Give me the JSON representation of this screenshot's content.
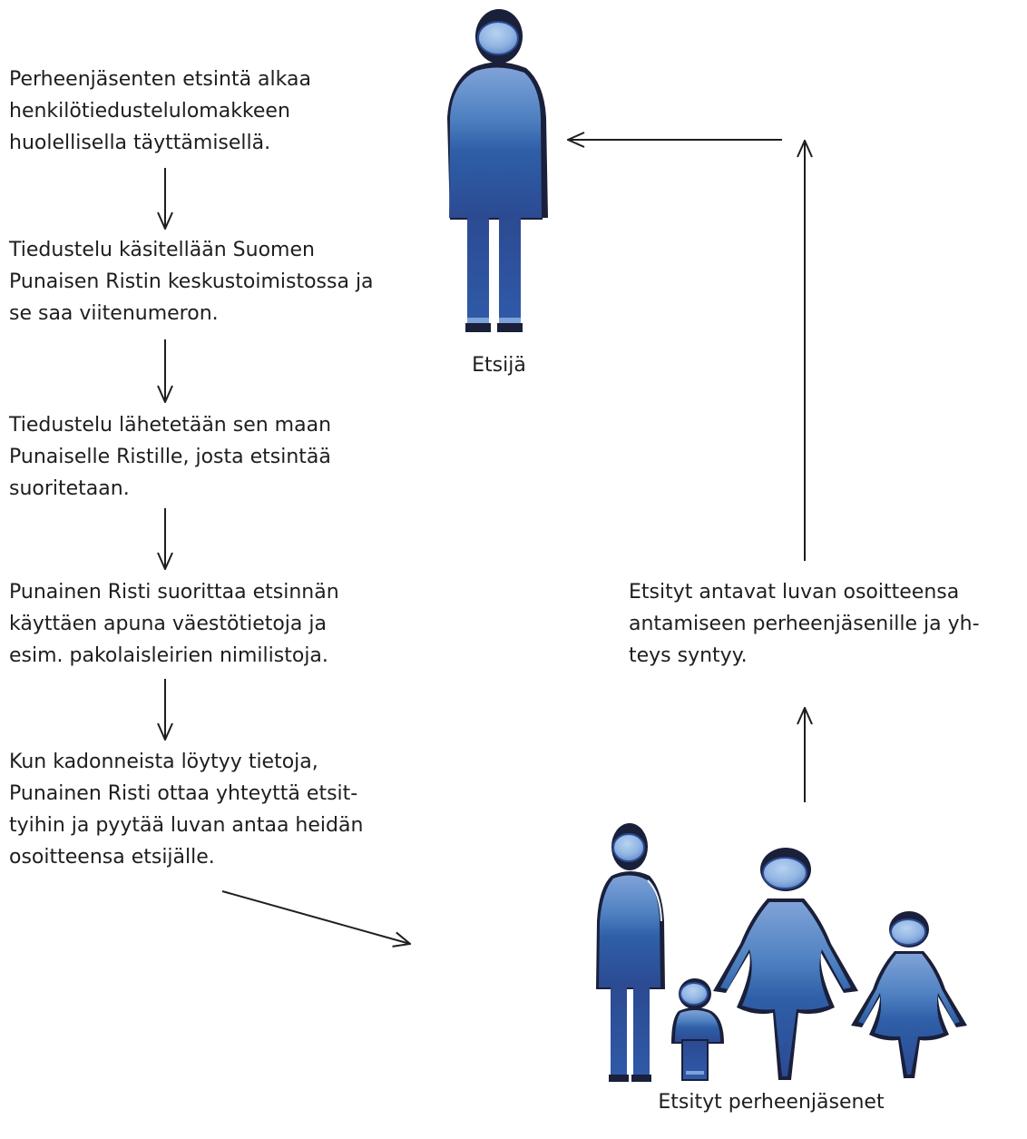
{
  "steps": [
    {
      "lines": [
        "Perheenjäsenten etsintä alkaa",
        "henkilötiedustelulomakkeen",
        "huolellisella täyttämisellä."
      ]
    },
    {
      "lines": [
        "Tiedustelu käsitellään Suomen",
        "Punaisen Ristin keskustoimistossa ja",
        "se saa viitenumeron."
      ]
    },
    {
      "lines": [
        "Tiedustelu lähetetään sen maan",
        "Punaiselle Ristille, josta etsintää",
        "suoritetaan."
      ]
    },
    {
      "lines": [
        "Punainen Risti suorittaa etsinnän",
        "käyttäen apuna väestötietoja ja",
        "esim. pakolaisleirien nimilistoja."
      ]
    },
    {
      "lines": [
        "Kun kadonneista löytyy tietoja,",
        "Punainen Risti ottaa yhteyttä etsit-",
        "tyihin ja pyytää luvan antaa heidän",
        "osoitteensa etsijälle."
      ]
    }
  ],
  "right_note": {
    "lines": [
      "Etsityt antavat luvan osoitteensa",
      "antamiseen perheenjäsenille ja yh-",
      "teys syntyy."
    ]
  },
  "captions": {
    "seeker": "Etsijä",
    "family": "Etsityt perheenjäsenet"
  },
  "colors": {
    "text": "#1e1e1e",
    "arrow": "#1e1e1e",
    "figure_dark": "#1a1f3a",
    "figure_blue": "#2d4f96",
    "figure_light": "#8fb4e3"
  }
}
